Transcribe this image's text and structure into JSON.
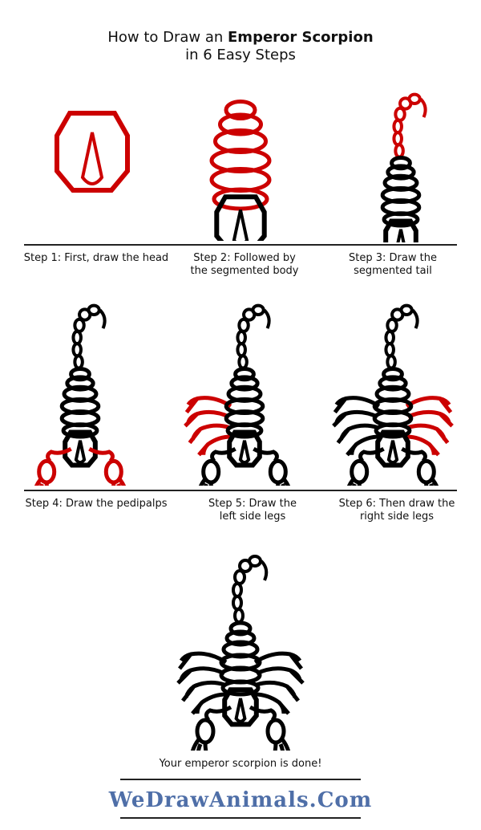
{
  "title": {
    "prefix": "How to Draw an ",
    "bold": "Emperor Scorpion",
    "line2": "in 6 Easy Steps"
  },
  "steps": [
    {
      "caption": "Step 1: First, draw the head"
    },
    {
      "caption_line1": "Step 2: Followed by",
      "caption_line2": "the segmented body"
    },
    {
      "caption_line1": "Step 3: Draw the",
      "caption_line2": "segmented tail"
    },
    {
      "caption": "Step 4: Draw the pedipalps"
    },
    {
      "caption_line1": "Step 5: Draw the",
      "caption_line2": "left side legs"
    },
    {
      "caption_line1": "Step 6: Then draw the",
      "caption_line2": "right side legs"
    }
  ],
  "final_caption": "Your emperor scorpion is done!",
  "footer": {
    "logo": "WeDrawAnimals.Com"
  },
  "colors": {
    "new_part": "#cc0000",
    "line": "#000000",
    "logo": "#4f6fa8"
  }
}
